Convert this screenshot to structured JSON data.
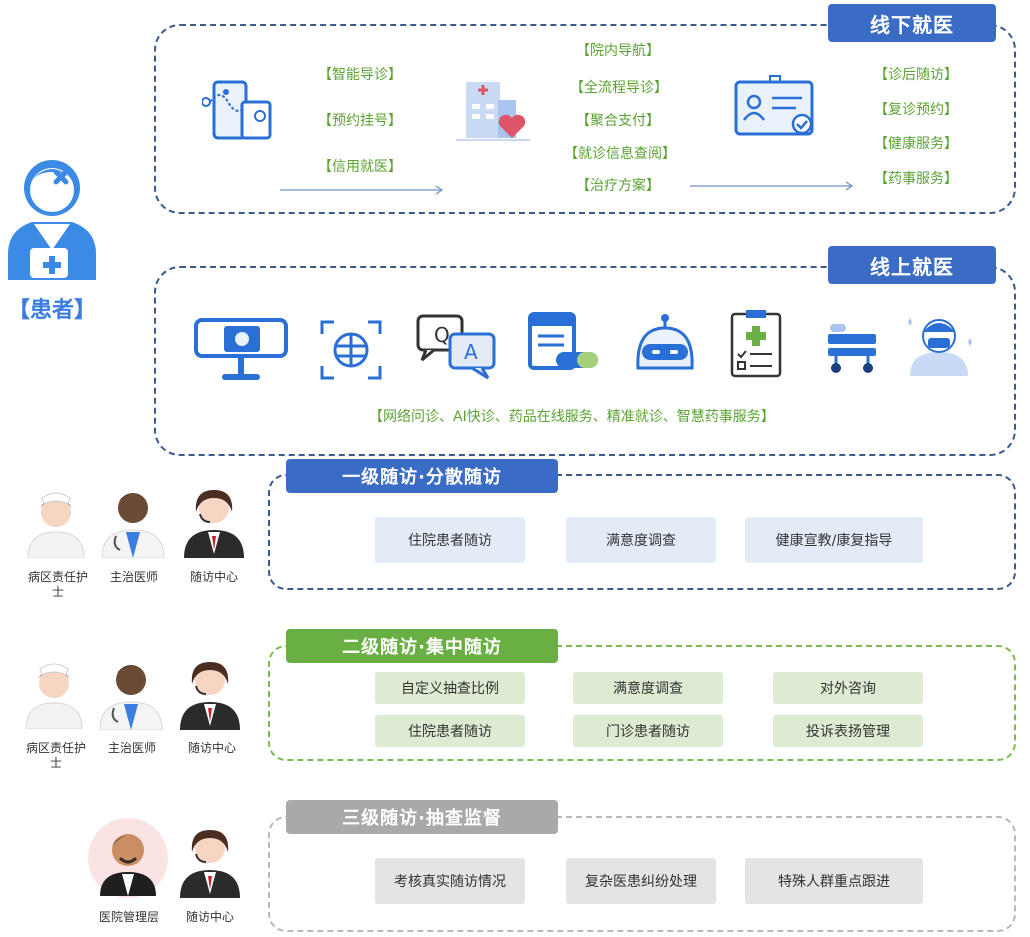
{
  "patient": {
    "label": "【患者】"
  },
  "offline": {
    "title": "线下就医",
    "col1": [
      "【智能导诊】",
      "【预约挂号】",
      "【信用就医】"
    ],
    "col2": [
      "【院内导航】",
      "【全流程导诊】",
      "【聚合支付】",
      "【就诊信息查阅】",
      "【治疗方案】"
    ],
    "col3": [
      "【诊后随访】",
      "【复诊预约】",
      "【健康服务】",
      "【药事服务】"
    ]
  },
  "online": {
    "title": "线上就医",
    "caption": "【网络问诊、AI快诊、药品在线服务、精准就诊、智慧药事服务】"
  },
  "level1": {
    "title": "一级随访·分散随访",
    "items": [
      "住院患者随访",
      "满意度调查",
      "健康宣教/康复指导"
    ],
    "people": [
      "病区责任护士",
      "主治医师",
      "随访中心"
    ]
  },
  "level2": {
    "title": "二级随访·集中随访",
    "items": [
      "自定义抽查比例",
      "满意度调查",
      "对外咨询",
      "住院患者随访",
      "门诊患者随访",
      "投诉表扬管理"
    ],
    "people": [
      "病区责任护士",
      "主治医师",
      "随访中心"
    ]
  },
  "level3": {
    "title": "三级随访·抽查监督",
    "items": [
      "考核真实随访情况",
      "复杂医患纠纷处理",
      "特殊人群重点跟进"
    ],
    "people": [
      "医院管理层",
      "随访中心"
    ]
  },
  "icons": {
    "offline": [
      "phone-map-icon",
      "hospital-heart-icon",
      "id-card-icon"
    ],
    "online": [
      "webcam-icon",
      "scan-icon",
      "qa-chat-icon",
      "pill-box-icon",
      "robot-icon",
      "clipboard-icon",
      "hospital-bed-icon",
      "doctor-icon"
    ]
  },
  "colors": {
    "blue": "#3a6cc6",
    "green": "#6aaf43",
    "gray": "#a9a9a9",
    "text_green": "#5aa332"
  }
}
